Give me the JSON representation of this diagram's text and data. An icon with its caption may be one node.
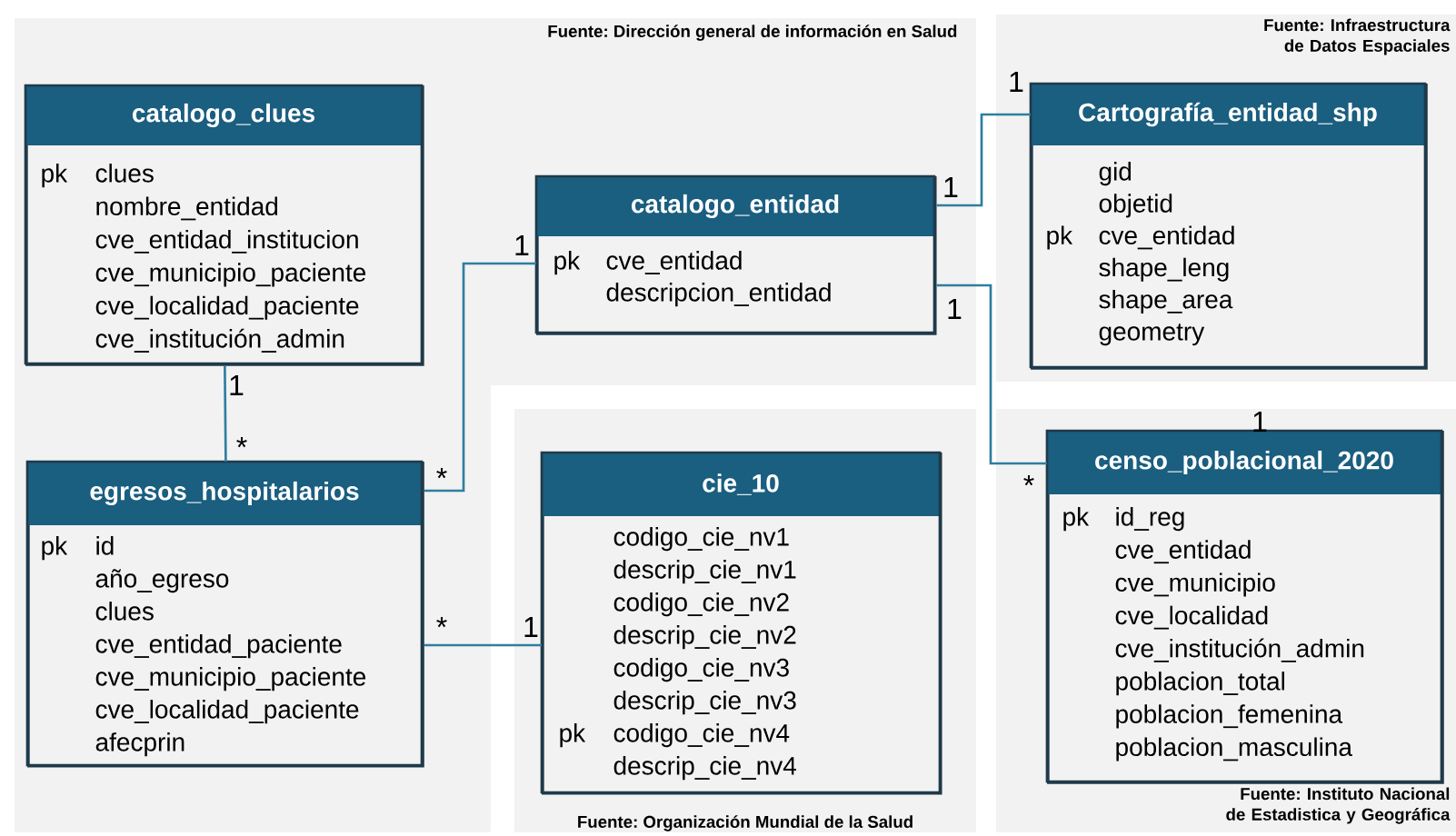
{
  "diagram": {
    "nodes": [
      {
        "text": [
          "catalogo_clues",
          "pk",
          "clues",
          "nombre_entidad",
          "cve_entidad_institucion",
          "cve_municipio_paciente",
          "cve_localidad_paciente",
          "cve_institución_admin"
        ]
      },
      {
        "text": [
          "catalogo_entidad",
          "pk",
          "cve_entidad",
          "descripcion_entidad"
        ]
      },
      {
        "text": [
          "Cartografía_entidad_shp",
          "gid",
          "objetid",
          "pk",
          "cve_entidad",
          "shape_leng",
          "shape_area",
          "geometry"
        ]
      },
      {
        "text": [
          "egresos_hospitalarios",
          "pk",
          "id",
          "año_egreso",
          "clues",
          "cve_entidad_paciente",
          "cve_municipio_paciente",
          "cve_localidad_paciente",
          "afecprin"
        ]
      },
      {
        "text": [
          "cie_10",
          "codigo_cie_nv1",
          "descrip_cie_nv1",
          "codigo_cie_nv2",
          "descrip_cie_nv2",
          "codigo_cie_nv3",
          "descrip_cie_nv3",
          "pk",
          "codigo_cie_nv4",
          "descrip_cie_nv4"
        ]
      },
      {
        "text": [
          "censo_poblacional_2020",
          "pk",
          "id_reg",
          "cve_entidad",
          "cve_municipio",
          "cve_localidad",
          "cve_institución_admin",
          "poblacion_total",
          "poblacion_femenina",
          "poblacion_masculina"
        ]
      }
    ],
    "edges": [
      {
        "from": 0,
        "to": 3,
        "arrow": "none"
      },
      {
        "from": 1,
        "to": 3,
        "arrow": "none"
      },
      {
        "from": 1,
        "to": 2,
        "arrow": "none"
      },
      {
        "from": 1,
        "to": 5,
        "arrow": "none"
      },
      {
        "from": 3,
        "to": 4,
        "arrow": "none"
      }
    ],
    "labels": [
      "Fuente: Dirección general de información en Salud",
      "Fuente: Infraestructura de Datos Espaciales",
      "1",
      "1",
      "1",
      "1",
      "1",
      "1",
      "*",
      "*",
      "1",
      "*",
      "*",
      "Fuente: Instituto Nacional de Estadistica y Geográfica",
      "Fuente: Organización Mundial de la Salud"
    ]
  }
}
